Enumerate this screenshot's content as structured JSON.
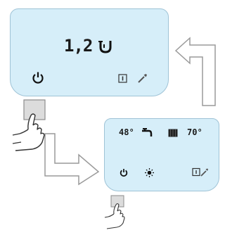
{
  "main_display": {
    "value": "1,2",
    "mode_icon": "siphon-u-icon",
    "power_icon": "power-icon",
    "info_icon": "info-book-icon",
    "service_icon": "wrench-icon"
  },
  "detail_display": {
    "dhw_temp": "48°",
    "dhw_icon": "tap-icon",
    "heating_icon": "radiator-icon",
    "heating_temp": "70°",
    "power_icon": "power-icon",
    "sun_icon": "sun-icon",
    "info_service_icon": "info-wrench-icon"
  },
  "gestures": {
    "press_icon": "finger-press-icon",
    "arrow_back_icon": "arrow-up-left-icon",
    "arrow_forward_icon": "arrow-down-right-icon"
  }
}
